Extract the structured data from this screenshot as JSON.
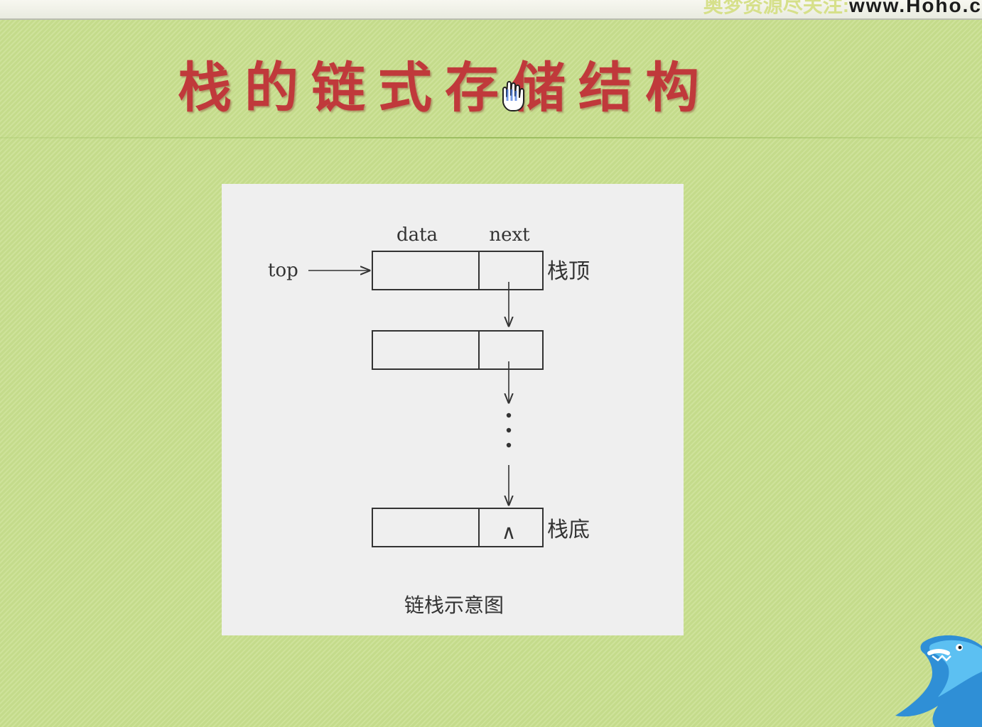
{
  "header": {
    "banner_text_cn": "奥梦资源尽关注:",
    "banner_url": "www.Hoho.c"
  },
  "slide": {
    "title": "栈的链式存储结构"
  },
  "diagram": {
    "field_labels": {
      "data": "data",
      "next": "next"
    },
    "pointer_label": "top",
    "top_node_label": "栈顶",
    "bottom_node_label": "栈底",
    "null_symbol": "∧",
    "caption": "链栈示意图"
  },
  "icons": {
    "cursor": "hand-pointer-icon",
    "mascot": "shark-mascot-icon"
  },
  "colors": {
    "background": "#c8df8e",
    "title": "#c0393b",
    "panel": "#efefef",
    "line": "#333333"
  }
}
